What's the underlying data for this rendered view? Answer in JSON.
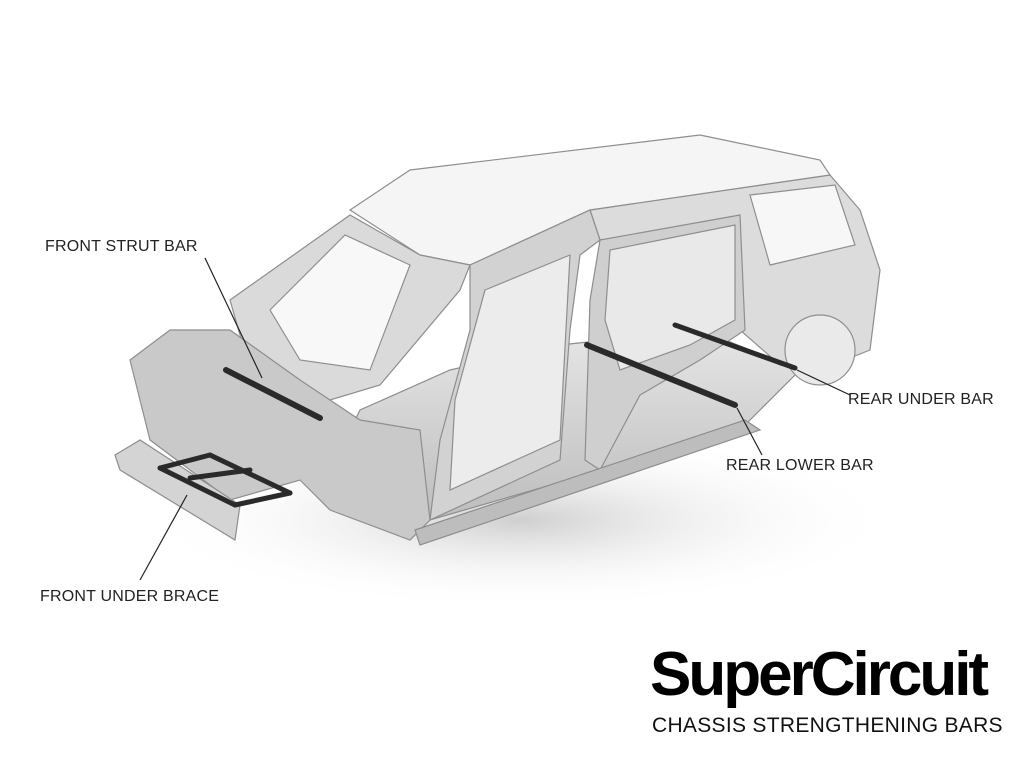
{
  "labels": {
    "front_strut_bar": "FRONT STRUT BAR",
    "rear_under_bar": "REAR UNDER BAR",
    "rear_lower_bar": "REAR LOWER BAR",
    "front_under_brace": "FRONT UNDER BRACE"
  },
  "brand": {
    "name": "SuperCircuit",
    "tagline": "CHASSIS STRENGTHENING BARS"
  },
  "colors": {
    "bar": "#2a2a2a",
    "body": "#d8d8d8",
    "roof": "#f4f4f4"
  }
}
